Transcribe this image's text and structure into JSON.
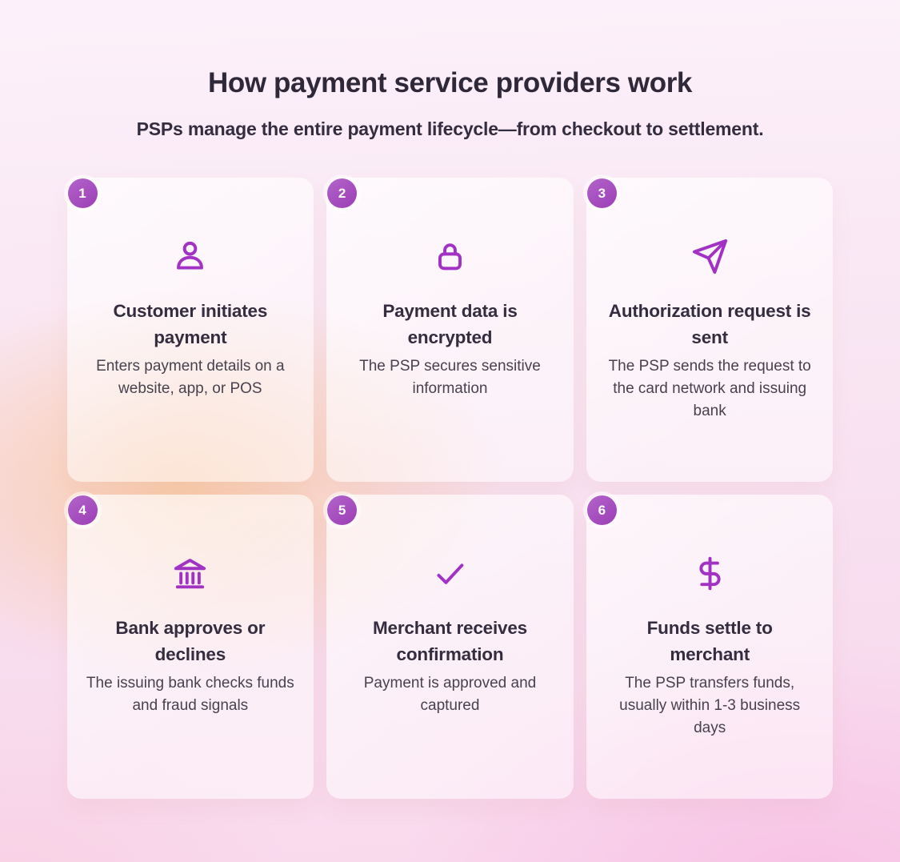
{
  "header": {
    "title": "How payment service providers work",
    "subtitle": "PSPs manage the entire payment lifecycle—from checkout to settlement."
  },
  "colors": {
    "accent_purple": "#a232c4",
    "badge_purple": "#a24cb8",
    "heading_text": "#2e2838",
    "body_text": "#48424f",
    "background_pink": "#f9e0f0",
    "background_peach": "#f8c9a0"
  },
  "steps": [
    {
      "number": "1",
      "icon": "person-icon",
      "title": "Customer initiates payment",
      "description": "Enters payment details on a website, app, or POS"
    },
    {
      "number": "2",
      "icon": "lock-icon",
      "title": "Payment data is encrypted",
      "description": "The PSP secures sensitive information"
    },
    {
      "number": "3",
      "icon": "send-icon",
      "title": "Authorization request is sent",
      "description": "The PSP sends the request to the card network and issuing bank"
    },
    {
      "number": "4",
      "icon": "bank-icon",
      "title": "Bank approves or declines",
      "description": "The issuing bank checks funds and fraud signals"
    },
    {
      "number": "5",
      "icon": "check-icon",
      "title": "Merchant receives confirmation",
      "description": "Payment is approved and captured"
    },
    {
      "number": "6",
      "icon": "dollar-icon",
      "title": "Funds settle to merchant",
      "description": "The PSP transfers funds, usually within 1-3 business days"
    }
  ]
}
